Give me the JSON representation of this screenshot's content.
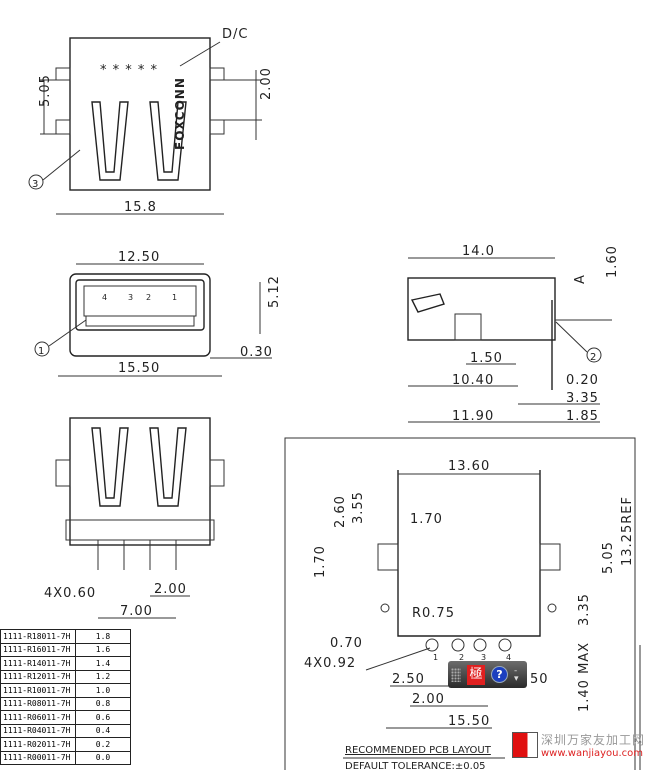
{
  "drawing": {
    "top_view": {
      "dc_label": "D/C",
      "dim_505": "5.05",
      "dim_200": "2.00",
      "dim_158": "15.8",
      "callout_3": "3",
      "brand": "FOXCONN"
    },
    "front_view": {
      "dim_1250": "12.50",
      "dim_512": "5.12",
      "dim_1550": "15.50",
      "dim_030": "0.30",
      "callout_1": "1",
      "pins": [
        "4",
        "3",
        "2",
        "1"
      ]
    },
    "side_view": {
      "dim_140": "14.0",
      "dim_160": "1.60",
      "label_a": "A",
      "dim_150": "1.50",
      "dim_1040": "10.40",
      "dim_020": "0.20",
      "dim_335": "3.35",
      "dim_1190": "11.90",
      "dim_185": "1.85",
      "callout_2": "2"
    },
    "bottom_view": {
      "dim_4x060": "4X0.60",
      "dim_200": "2.00",
      "dim_700": "7.00"
    },
    "pcb_layout": {
      "dim_1360": "13.60",
      "dim_355": "3.55",
      "dim_260": "2.60",
      "dim_170a": "1.70",
      "dim_170b": "1.70",
      "dim_1325": "13.25REF",
      "dim_505": "5.05",
      "dim_r075": "R0.75",
      "dim_335": "3.35",
      "dim_070": "0.70",
      "dim_4x092": "4X0.92",
      "dim_250": "2.50",
      "dim_200": "2.00",
      "dim_1550": "15.50",
      "dim_140max": "1.40 MAX",
      "dim_hidden": "50",
      "pins": [
        "1",
        "2",
        "3",
        "4"
      ],
      "title": "RECOMMENDED PCB LAYOUT",
      "tolerance": "DEFAULT TOLERANCE:±0.05"
    }
  },
  "parts_table": [
    {
      "part": "1111-R18011-7H",
      "value": "1.8"
    },
    {
      "part": "1111-R16011-7H",
      "value": "1.6"
    },
    {
      "part": "1111-R14011-7H",
      "value": "1.4"
    },
    {
      "part": "1111-R12011-7H",
      "value": "1.2"
    },
    {
      "part": "1111-R10011-7H",
      "value": "1.0"
    },
    {
      "part": "1111-R08011-7H",
      "value": "0.8"
    },
    {
      "part": "1111-R06011-7H",
      "value": "0.6"
    },
    {
      "part": "1111-R04011-7H",
      "value": "0.4"
    },
    {
      "part": "1111-R02011-7H",
      "value": "0.2"
    },
    {
      "part": "1111-R00011-7H",
      "value": "0.0"
    }
  ],
  "toolbar": {
    "logo": "極",
    "help": "?",
    "menu": "-"
  },
  "watermark": {
    "name": "深圳万家友加工网",
    "url": "www.wanjiayou.com"
  }
}
